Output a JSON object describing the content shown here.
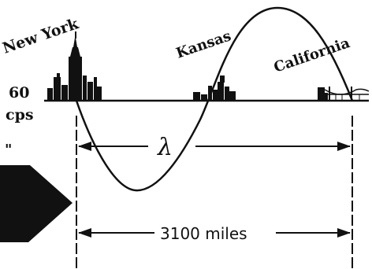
{
  "labels": {
    "new_york": "New York",
    "kansas": "Kansas",
    "california": "California",
    "frequency_value": "60",
    "frequency_unit": "cps",
    "wavelength_symbol": "λ",
    "distance": "3100 miles",
    "quote_mark": "\""
  },
  "colors": {
    "ink": "#111111",
    "background": "#ffffff"
  }
}
